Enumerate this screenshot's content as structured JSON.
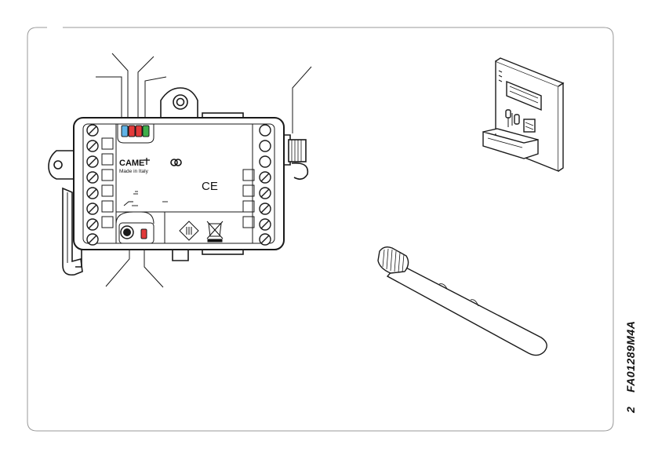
{
  "figure": {
    "brand_name": "CAME",
    "brand_subtitle": "Made in Italy",
    "ce_mark": "CE",
    "document_code": "FA01289M4A",
    "page_number": "2"
  },
  "colors": {
    "outline": "#1a1a1a",
    "frame": "#9a9a9a",
    "led_blue": "#5fb3e6",
    "led_red": "#e23a3a",
    "led_green": "#3fae4a"
  },
  "components": {
    "receiver_module": {
      "led_count": 4,
      "led_colors": [
        "blue",
        "red",
        "red",
        "green"
      ]
    },
    "plug_in_card": {
      "label": ""
    },
    "antenna": {
      "label": ""
    }
  }
}
